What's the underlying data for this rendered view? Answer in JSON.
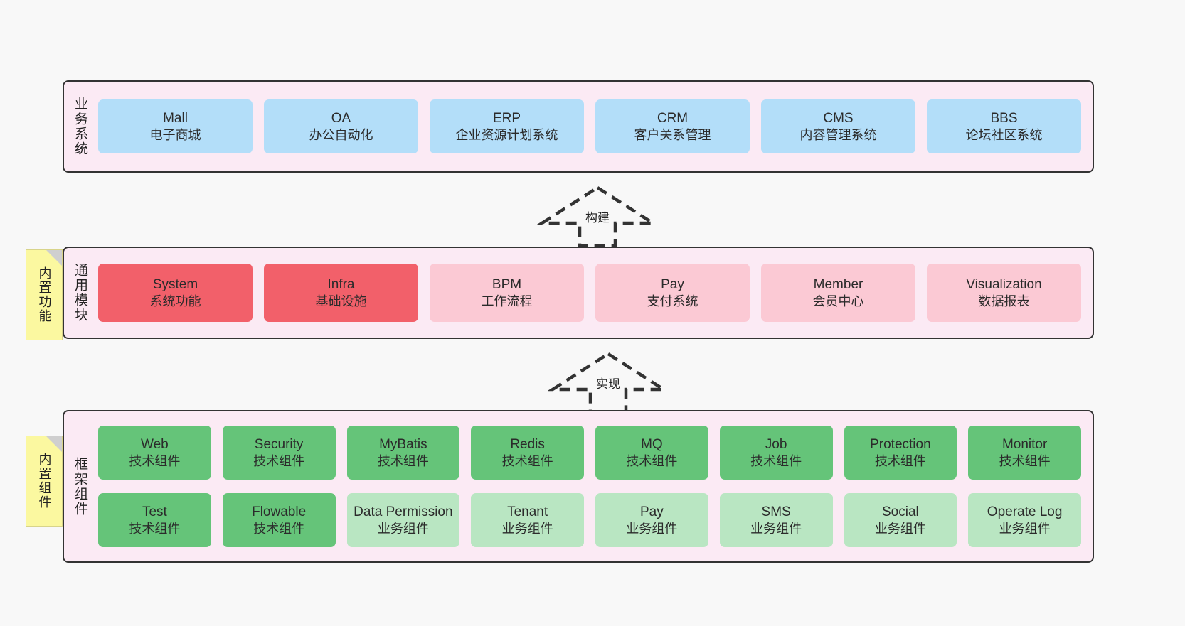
{
  "diagram": {
    "title": "ruoyi-vue-pro architecture layers",
    "background": "#f8f8f8",
    "colors": {
      "band_fill": "#fbeaf4",
      "band_border": "#333333",
      "business_card": "#b3def9",
      "module_strong": "#f2606a",
      "module_light": "#fbc9d4",
      "tech_card": "#65c479",
      "service_card": "#b9e6c2",
      "note_fill": "#fbf8a0",
      "note_fold": "#cfcfcf"
    }
  },
  "layers": [
    {
      "id": "business",
      "label": "业务系统",
      "note": null,
      "rows": [
        {
          "cards": [
            {
              "title": "Mall",
              "subtitle": "电子商城",
              "style": "biz-card"
            },
            {
              "title": "OA",
              "subtitle": "办公自动化",
              "style": "biz-card"
            },
            {
              "title": "ERP",
              "subtitle": "企业资源计划系统",
              "style": "biz-card"
            },
            {
              "title": "CRM",
              "subtitle": "客户关系管理",
              "style": "biz-card"
            },
            {
              "title": "CMS",
              "subtitle": "内容管理系统",
              "style": "biz-card"
            },
            {
              "title": "BBS",
              "subtitle": "论坛社区系统",
              "style": "biz-card"
            }
          ]
        }
      ]
    },
    {
      "id": "common-module",
      "label": "通用模块",
      "note": "内置功能",
      "rows": [
        {
          "cards": [
            {
              "title": "System",
              "subtitle": "系统功能",
              "style": "mod-strong"
            },
            {
              "title": "Infra",
              "subtitle": "基础设施",
              "style": "mod-strong"
            },
            {
              "title": "BPM",
              "subtitle": "工作流程",
              "style": "mod-light"
            },
            {
              "title": "Pay",
              "subtitle": "支付系统",
              "style": "mod-light"
            },
            {
              "title": "Member",
              "subtitle": "会员中心",
              "style": "mod-light"
            },
            {
              "title": "Visualization",
              "subtitle": "数据报表",
              "style": "mod-light"
            }
          ]
        }
      ]
    },
    {
      "id": "framework",
      "label": "框架组件",
      "note": "内置组件",
      "rows": [
        {
          "cards": [
            {
              "title": "Web",
              "subtitle": "技术组件",
              "style": "tech-card"
            },
            {
              "title": "Security",
              "subtitle": "技术组件",
              "style": "tech-card"
            },
            {
              "title": "MyBatis",
              "subtitle": "技术组件",
              "style": "tech-card"
            },
            {
              "title": "Redis",
              "subtitle": "技术组件",
              "style": "tech-card"
            },
            {
              "title": "MQ",
              "subtitle": "技术组件",
              "style": "tech-card"
            },
            {
              "title": "Job",
              "subtitle": "技术组件",
              "style": "tech-card"
            },
            {
              "title": "Protection",
              "subtitle": "技术组件",
              "style": "tech-card"
            },
            {
              "title": "Monitor",
              "subtitle": "技术组件",
              "style": "tech-card"
            }
          ]
        },
        {
          "cards": [
            {
              "title": "Test",
              "subtitle": "技术组件",
              "style": "tech-card"
            },
            {
              "title": "Flowable",
              "subtitle": "技术组件",
              "style": "tech-card"
            },
            {
              "title": "Data Permission",
              "subtitle": "业务组件",
              "style": "svc-card"
            },
            {
              "title": "Tenant",
              "subtitle": "业务组件",
              "style": "svc-card"
            },
            {
              "title": "Pay",
              "subtitle": "业务组件",
              "style": "svc-card"
            },
            {
              "title": "SMS",
              "subtitle": "业务组件",
              "style": "svc-card"
            },
            {
              "title": "Social",
              "subtitle": "业务组件",
              "style": "svc-card"
            },
            {
              "title": "Operate Log",
              "subtitle": "业务组件",
              "style": "svc-card"
            }
          ]
        }
      ]
    }
  ],
  "connectors": [
    {
      "id": "build",
      "label": "构建",
      "from": "common-module",
      "to": "business"
    },
    {
      "id": "implement",
      "label": "实现",
      "from": "framework",
      "to": "common-module"
    }
  ]
}
